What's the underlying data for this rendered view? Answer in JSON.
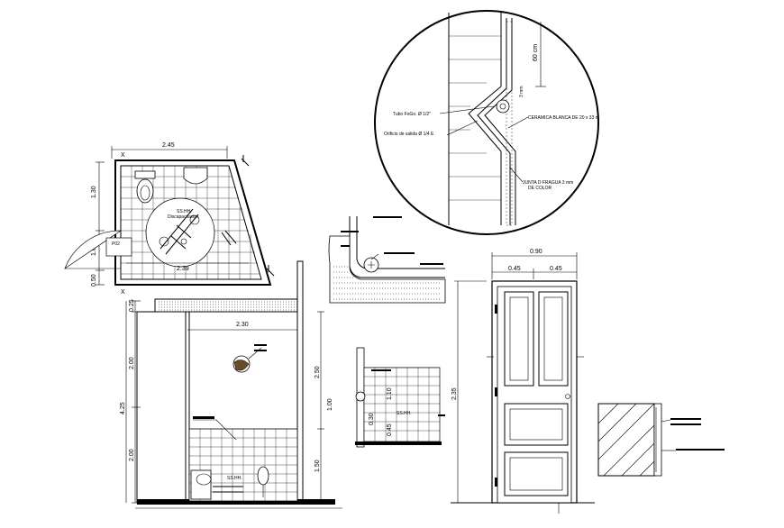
{
  "plan": {
    "dim_top": "2.45",
    "dim_inner": "2.39",
    "dim_left_upper": "1.30",
    "dim_left_lower": "1.00",
    "dim_left_bottom": "0.50",
    "room_label": "SS.HH.",
    "room_sub": "Discapacitados",
    "small_box": "P02"
  },
  "section": {
    "dim_inner_width": "2.30",
    "dim_left_total": "4.25",
    "dim_left_upper": "2.00",
    "dim_left_lower": "2.00",
    "dim_left_top": "0.25",
    "dim_right_upper": "2.50",
    "dim_right_mid": "1.00",
    "dim_right_lower": "1.50",
    "room_label": "SS.HH."
  },
  "small_section": {
    "room_label": "SS.HH.",
    "dim_a": "1.10",
    "dim_b": "0.30",
    "dim_c": "0.45"
  },
  "detail_circle": {
    "dim_vertical": "60 cm",
    "dim_gap": "3 mm",
    "label_tube": "Tubo FoGo. Ø 1/2\"",
    "label_orifice": "Orificio de salida Ø 1/4 E",
    "label_ceramic": "CERAMICA BLANCA DE  20 x 33 m",
    "label_joint_1": "JUNTA D FRAGUA 3 mm",
    "label_joint_2": "DE COLOR"
  },
  "door": {
    "dim_width": "0.90",
    "dim_half_left": "0.45",
    "dim_half_right": "0.45",
    "dim_height": "2.35"
  }
}
